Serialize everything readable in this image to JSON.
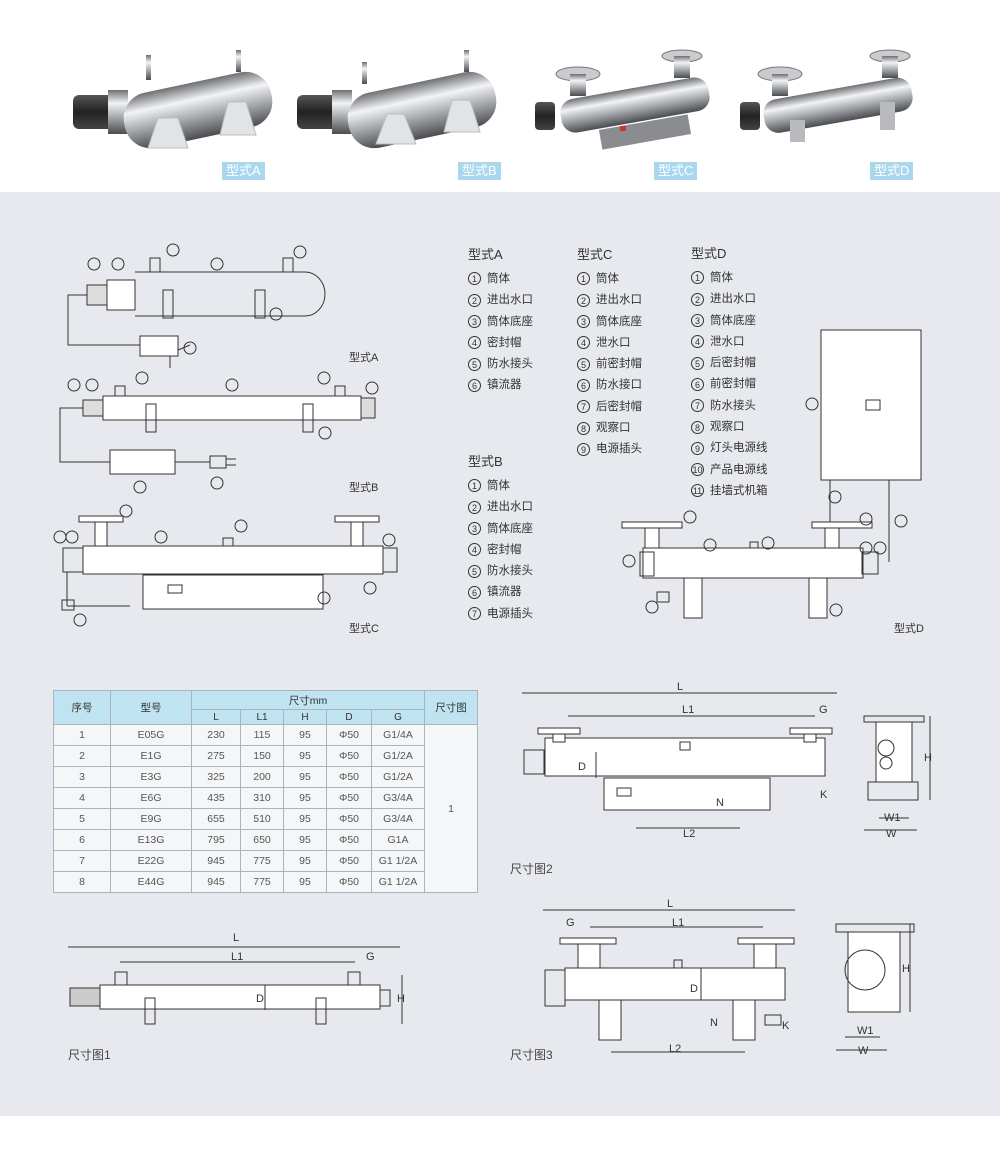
{
  "products": [
    {
      "label": "型式A"
    },
    {
      "label": "型式B"
    },
    {
      "label": "型式C"
    },
    {
      "label": "型式D"
    }
  ],
  "diagram_labels": {
    "a": "型式A",
    "b": "型式B",
    "c": "型式C",
    "d": "型式D"
  },
  "legends": {
    "a": {
      "title": "型式A",
      "items": [
        "筒体",
        "进出水口",
        "筒体底座",
        "密封帽",
        "防水接头",
        "镇流器"
      ]
    },
    "b": {
      "title": "型式B",
      "items": [
        "筒体",
        "进出水口",
        "筒体底座",
        "密封帽",
        "防水接头",
        "镇流器",
        "电源插头"
      ]
    },
    "c": {
      "title": "型式C",
      "items": [
        "筒体",
        "进出水口",
        "筒体底座",
        "泄水口",
        "前密封帽",
        "防水接口",
        "后密封帽",
        "观察口",
        "电源插头"
      ]
    },
    "d": {
      "title": "型式D",
      "items": [
        "筒体",
        "进出水口",
        "筒体底座",
        "泄水口",
        "后密封帽",
        "前密封帽",
        "防水接头",
        "观察口",
        "灯头电源线",
        "产品电源线",
        "挂墙式机箱"
      ]
    }
  },
  "table": {
    "headers": {
      "index": "序号",
      "model": "型号",
      "size_group": "尺寸mm",
      "drawing": "尺寸图"
    },
    "sub_headers": [
      "L",
      "L1",
      "H",
      "D",
      "G"
    ],
    "rows": [
      {
        "no": "1",
        "model": "E05G",
        "L": "230",
        "L1": "115",
        "H": "95",
        "D": "Φ50",
        "G": "G1/4A"
      },
      {
        "no": "2",
        "model": "E1G",
        "L": "275",
        "L1": "150",
        "H": "95",
        "D": "Φ50",
        "G": "G1/2A"
      },
      {
        "no": "3",
        "model": "E3G",
        "L": "325",
        "L1": "200",
        "H": "95",
        "D": "Φ50",
        "G": "G1/2A"
      },
      {
        "no": "4",
        "model": "E6G",
        "L": "435",
        "L1": "310",
        "H": "95",
        "D": "Φ50",
        "G": "G3/4A"
      },
      {
        "no": "5",
        "model": "E9G",
        "L": "655",
        "L1": "510",
        "H": "95",
        "D": "Φ50",
        "G": "G3/4A"
      },
      {
        "no": "6",
        "model": "E13G",
        "L": "795",
        "L1": "650",
        "H": "95",
        "D": "Φ50",
        "G": "G1A"
      },
      {
        "no": "7",
        "model": "E22G",
        "L": "945",
        "L1": "775",
        "H": "95",
        "D": "Φ50",
        "G": "G1 1/2A"
      },
      {
        "no": "8",
        "model": "E44G",
        "L": "945",
        "L1": "775",
        "H": "95",
        "D": "Φ50",
        "G": "G1 1/2A"
      }
    ],
    "drawing_value": "1"
  },
  "dimension_captions": {
    "fig1": "尺寸图1",
    "fig2": "尺寸图2",
    "fig3": "尺寸图3"
  },
  "dim_letters": {
    "L": "L",
    "L1": "L1",
    "L2": "L2",
    "G": "G",
    "D": "D",
    "H": "H",
    "N": "N",
    "K": "K",
    "W": "W",
    "W1": "W1"
  }
}
